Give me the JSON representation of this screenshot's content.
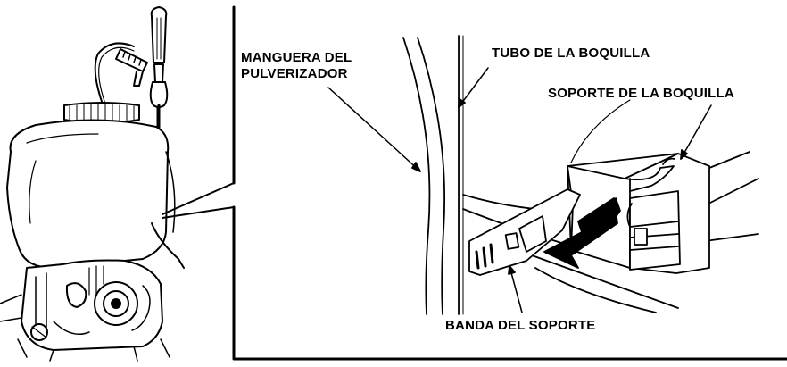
{
  "labels": {
    "spray_hose_line1": "MANGUERA DEL",
    "spray_hose_line2": "PULVERIZADOR",
    "nozzle_tube": "TUBO DE LA BOQUILLA",
    "nozzle_holder": "SOPORTE DE LA BOQUILLA",
    "holder_strap": "BANDA DEL SOPORTE"
  }
}
